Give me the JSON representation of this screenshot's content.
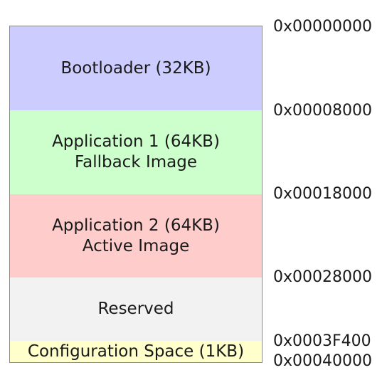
{
  "memory_map": {
    "regions": [
      {
        "title": "Bootloader (32KB)",
        "subtitle": "",
        "color": "#ccccff"
      },
      {
        "title": "Application 1 (64KB)",
        "subtitle": "Fallback Image",
        "color": "#ccffcc"
      },
      {
        "title": "Application 2 (64KB)",
        "subtitle": "Active Image",
        "color": "#ffcccc"
      },
      {
        "title": "Reserved",
        "subtitle": "",
        "color": "#f2f2f2"
      },
      {
        "title": "Configuration Space (1KB)",
        "subtitle": "",
        "color": "#ffffcc"
      }
    ],
    "addresses": [
      "0x00000000",
      "0x00008000",
      "0x00018000",
      "0x00028000",
      "0x0003F400",
      "0x00040000"
    ]
  }
}
